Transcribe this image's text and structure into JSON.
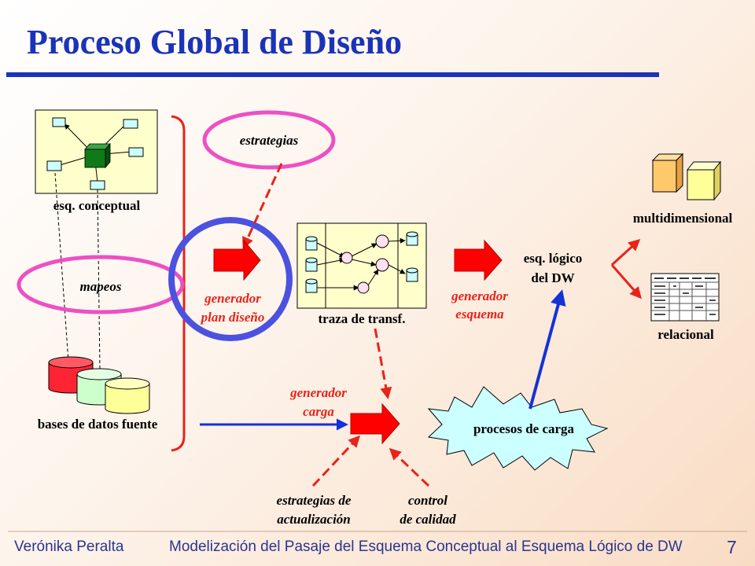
{
  "slide": {
    "title": "Proceso Global de Diseño",
    "page_number": "7",
    "footer_author": "Verónika Peralta",
    "footer_course": "Modelización del Pasaje del Esquema Conceptual al Esquema Lógico de DW"
  },
  "labels": {
    "esq_conceptual": "esq. conceptual",
    "mapeos": "mapeos",
    "bases_fuente": "bases de datos fuente",
    "estrategias": "estrategias",
    "generador_plan_1": "generador",
    "generador_plan_2": "plan diseño",
    "traza": "traza de transf.",
    "generador_esquema_1": "generador",
    "generador_esquema_2": "esquema",
    "esq_logico_1": "esq. lógico",
    "esq_logico_2": "del DW",
    "multidimensional": "multidimensional",
    "relacional": "relacional",
    "generador_carga_1": "generador",
    "generador_carga_2": "carga",
    "procesos_carga": "procesos de carga",
    "estrategias_act_1": "estrategias de",
    "estrategias_act_2": "actualización",
    "control_1": "control",
    "control_2": "de calidad"
  },
  "colors": {
    "title": "#1a33b8",
    "rule": "#1a33b8",
    "red_text": "#e8231a",
    "arrow_fill": "#ff0000",
    "magenta_ellipse": "#ee4fc4",
    "blue_circle": "#4b52e0",
    "blue_arrow": "#1432d8",
    "cube_green": "#0f7a18",
    "db_red": "#ff2433",
    "db_green": "#ccffcc",
    "db_yellow": "#ffff99",
    "box_yellow": "#ffffcc",
    "burst_fill": "#ccffff"
  },
  "icons": [
    "dashed-arrow",
    "block-arrow",
    "database-cylinder",
    "cube",
    "table-grid",
    "starburst",
    "bracket"
  ]
}
